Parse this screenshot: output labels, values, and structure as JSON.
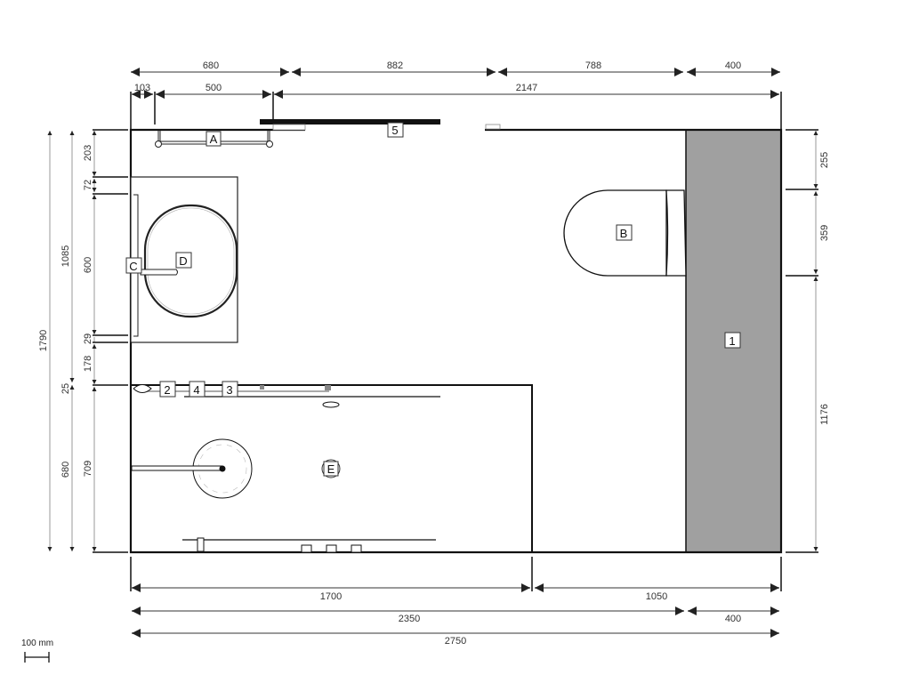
{
  "drawing": {
    "type": "bathroom floor plan",
    "units": "mm",
    "colors": {
      "wall": "#111111",
      "dimension_line": "#999999",
      "tile_strip": "#a0a0a0",
      "background": "#ffffff"
    }
  },
  "dimensions": {
    "top_row1": [
      "680",
      "882",
      "788",
      "400"
    ],
    "top_row2": [
      "103",
      "500",
      "2147"
    ],
    "left_outer": "1790",
    "left_mid": [
      "1085",
      "25",
      "680"
    ],
    "left_inner": [
      "203",
      "72",
      "600",
      "29",
      "178",
      "709"
    ],
    "right": [
      "255",
      "359",
      "1176"
    ],
    "bottom_row1": [
      "1700",
      "1050"
    ],
    "bottom_row2": [
      "2350",
      "400"
    ],
    "bottom_row3": "2750"
  },
  "tags": {
    "A": "A",
    "B": "B",
    "C": "C",
    "D": "D",
    "E": "E",
    "n1": "1",
    "n2": "2",
    "n3": "3",
    "n4": "4",
    "n5": "5"
  },
  "scale_bar": {
    "label": "100 mm"
  }
}
